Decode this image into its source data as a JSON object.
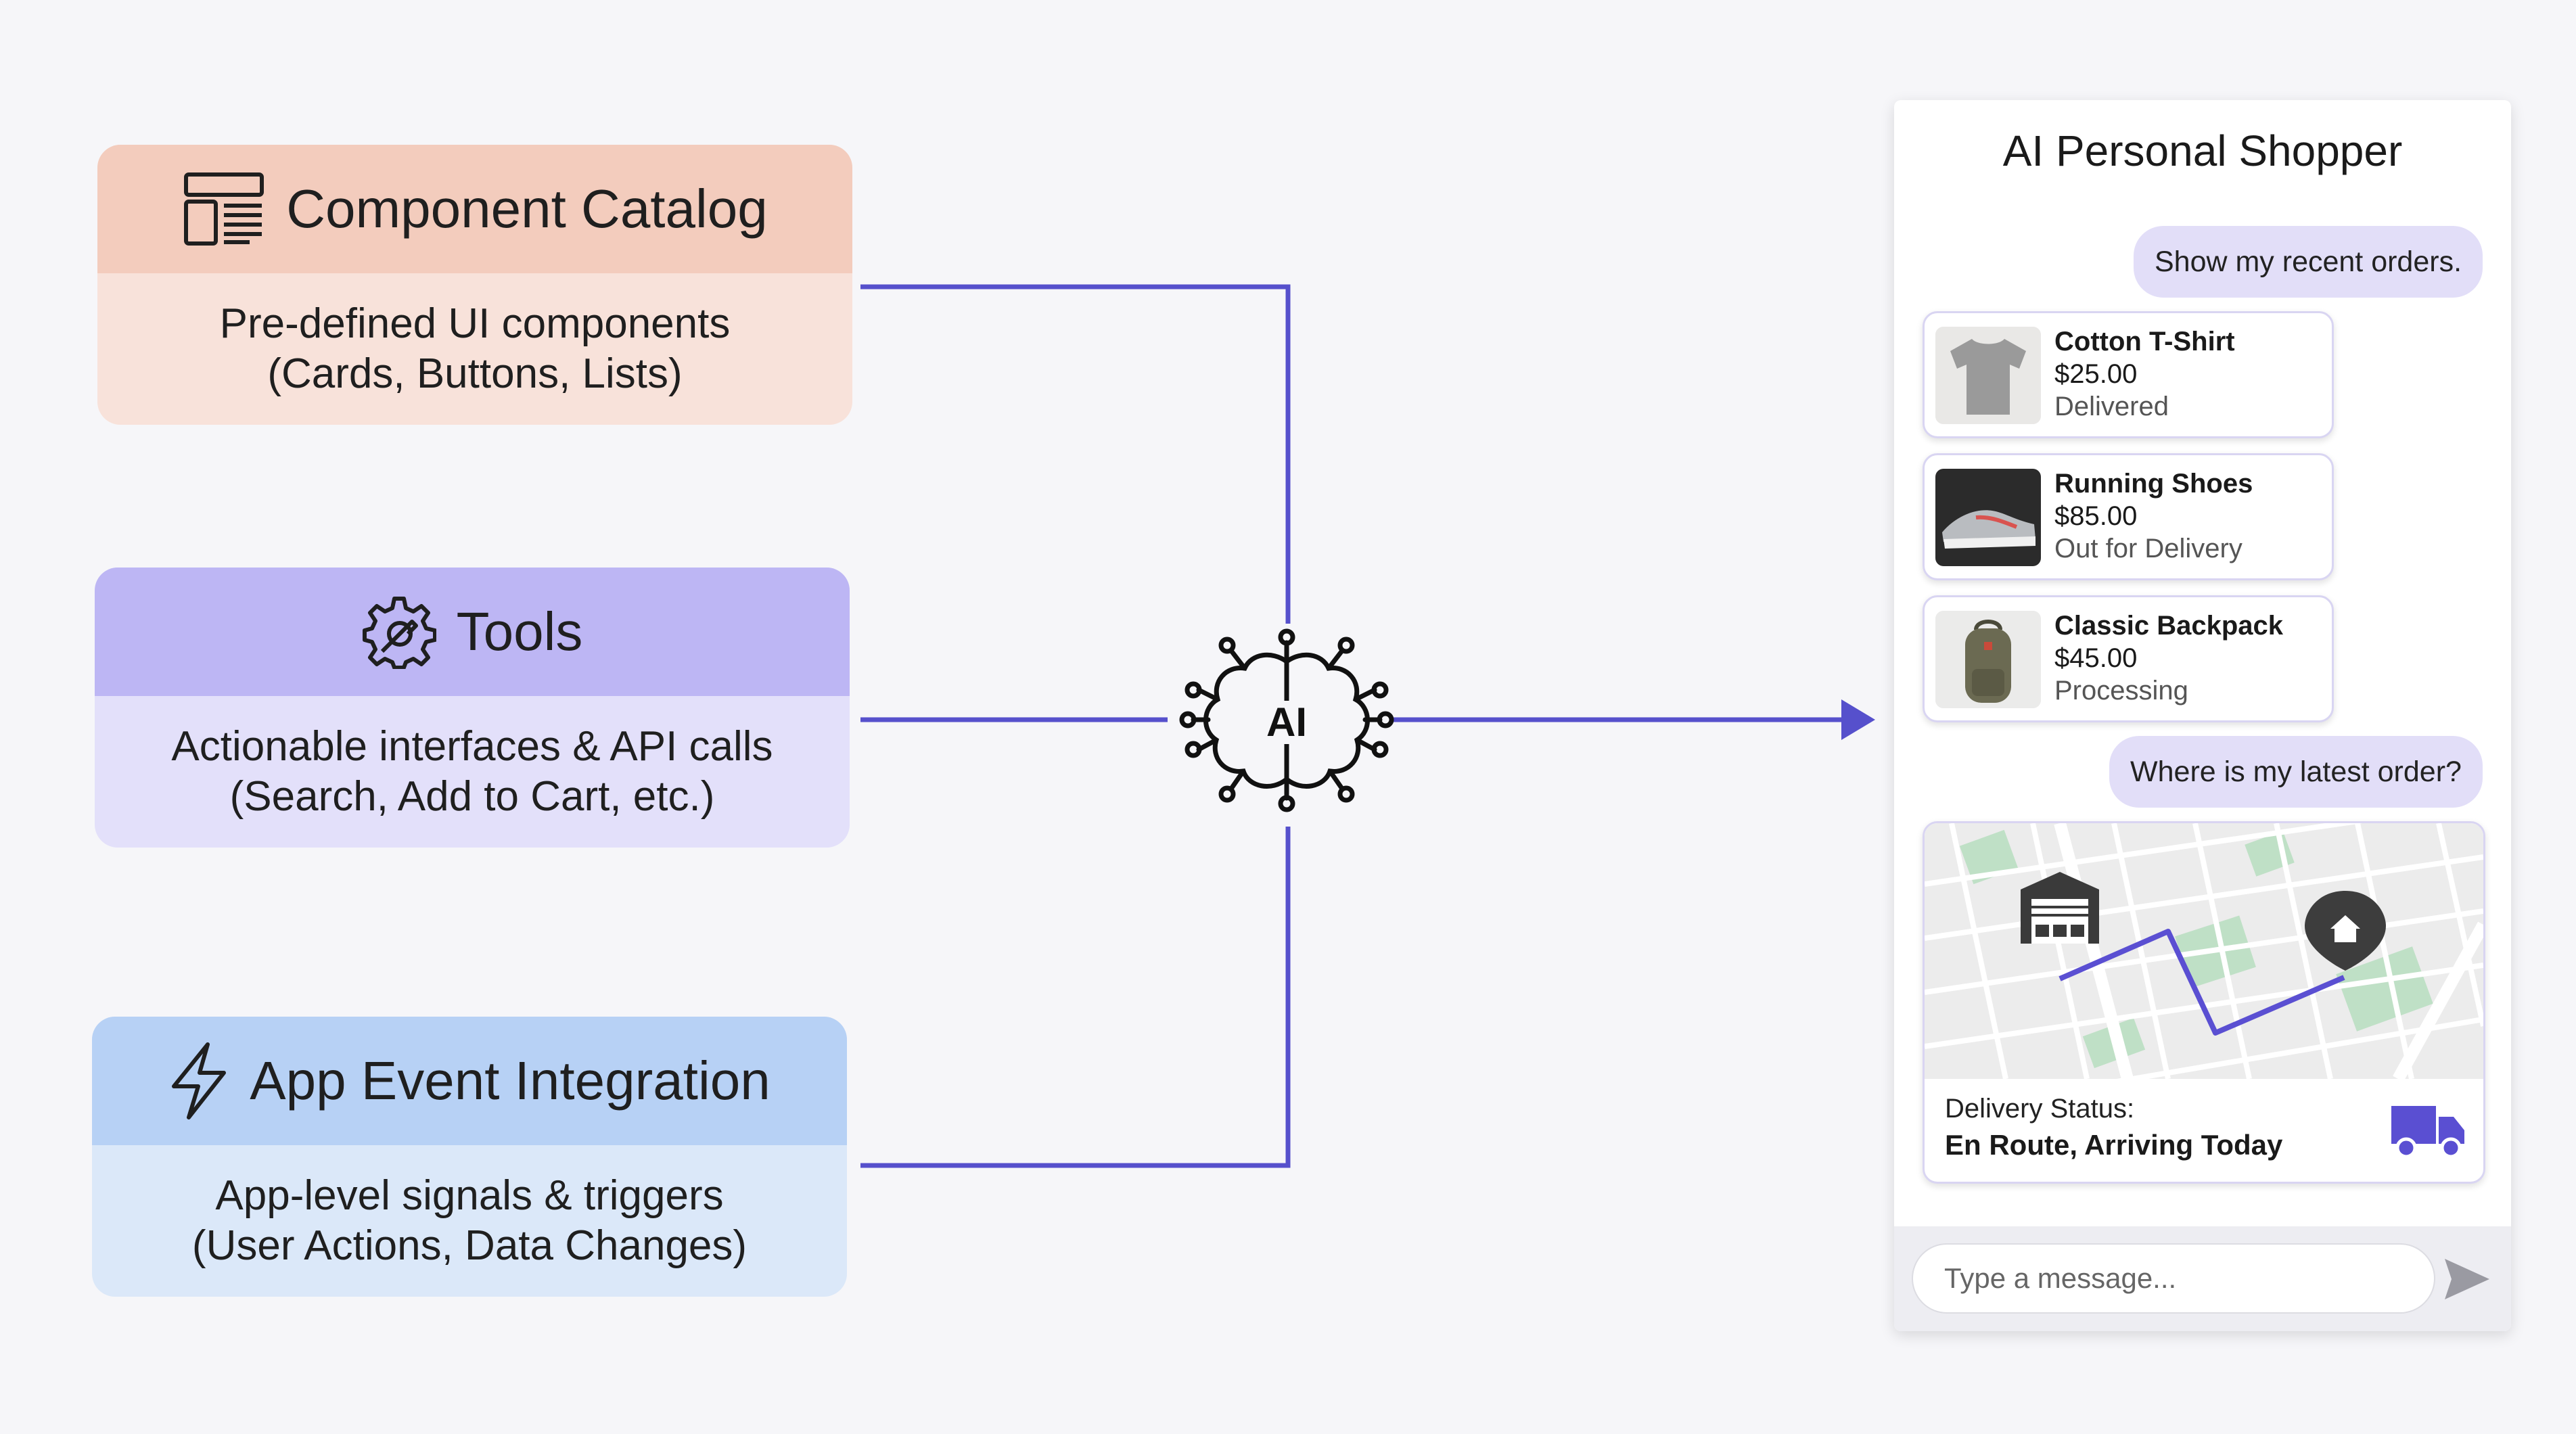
{
  "catalog": {
    "title": "Component Catalog",
    "line1": "Pre-defined UI components",
    "line2": "(Cards, Buttons, Lists)"
  },
  "tools": {
    "title": "Tools",
    "line1": "Actionable interfaces & API calls",
    "line2": "(Search, Add to Cart, etc.)"
  },
  "events": {
    "title": "App Event Integration",
    "line1": "App-level signals & triggers",
    "line2": "(User Actions, Data Changes)"
  },
  "hub": {
    "label": "AI"
  },
  "colors": {
    "connector": "#5650cc",
    "route": "#5a4fd2",
    "bubble": "#e2def8",
    "catalog_head": "#f3ccbd",
    "tools_head": "#bdb6f4",
    "events_head": "#b7d1f5"
  },
  "icons": {
    "catalog": "layout-list-icon",
    "tools": "gear-wrench-icon",
    "events": "lightning-bolt-icon",
    "hub": "ai-brain-circuit-icon",
    "warehouse": "warehouse-icon",
    "destination": "home-pin-icon",
    "truck": "delivery-truck-icon",
    "send": "send-arrow-icon"
  },
  "chat": {
    "title": "AI Personal Shopper",
    "user_msg_1": "Show my recent orders.",
    "user_msg_2": "Where is my latest order?",
    "orders": [
      {
        "name": "Cotton T-Shirt",
        "price": "$25.00",
        "status": "Delivered"
      },
      {
        "name": "Running Shoes",
        "price": "$85.00",
        "status": "Out for Delivery"
      },
      {
        "name": "Classic Backpack",
        "price": "$45.00",
        "status": "Processing"
      }
    ],
    "delivery": {
      "label": "Delivery Status:",
      "value": "En Route, Arriving Today"
    },
    "input_placeholder": "Type a message..."
  }
}
